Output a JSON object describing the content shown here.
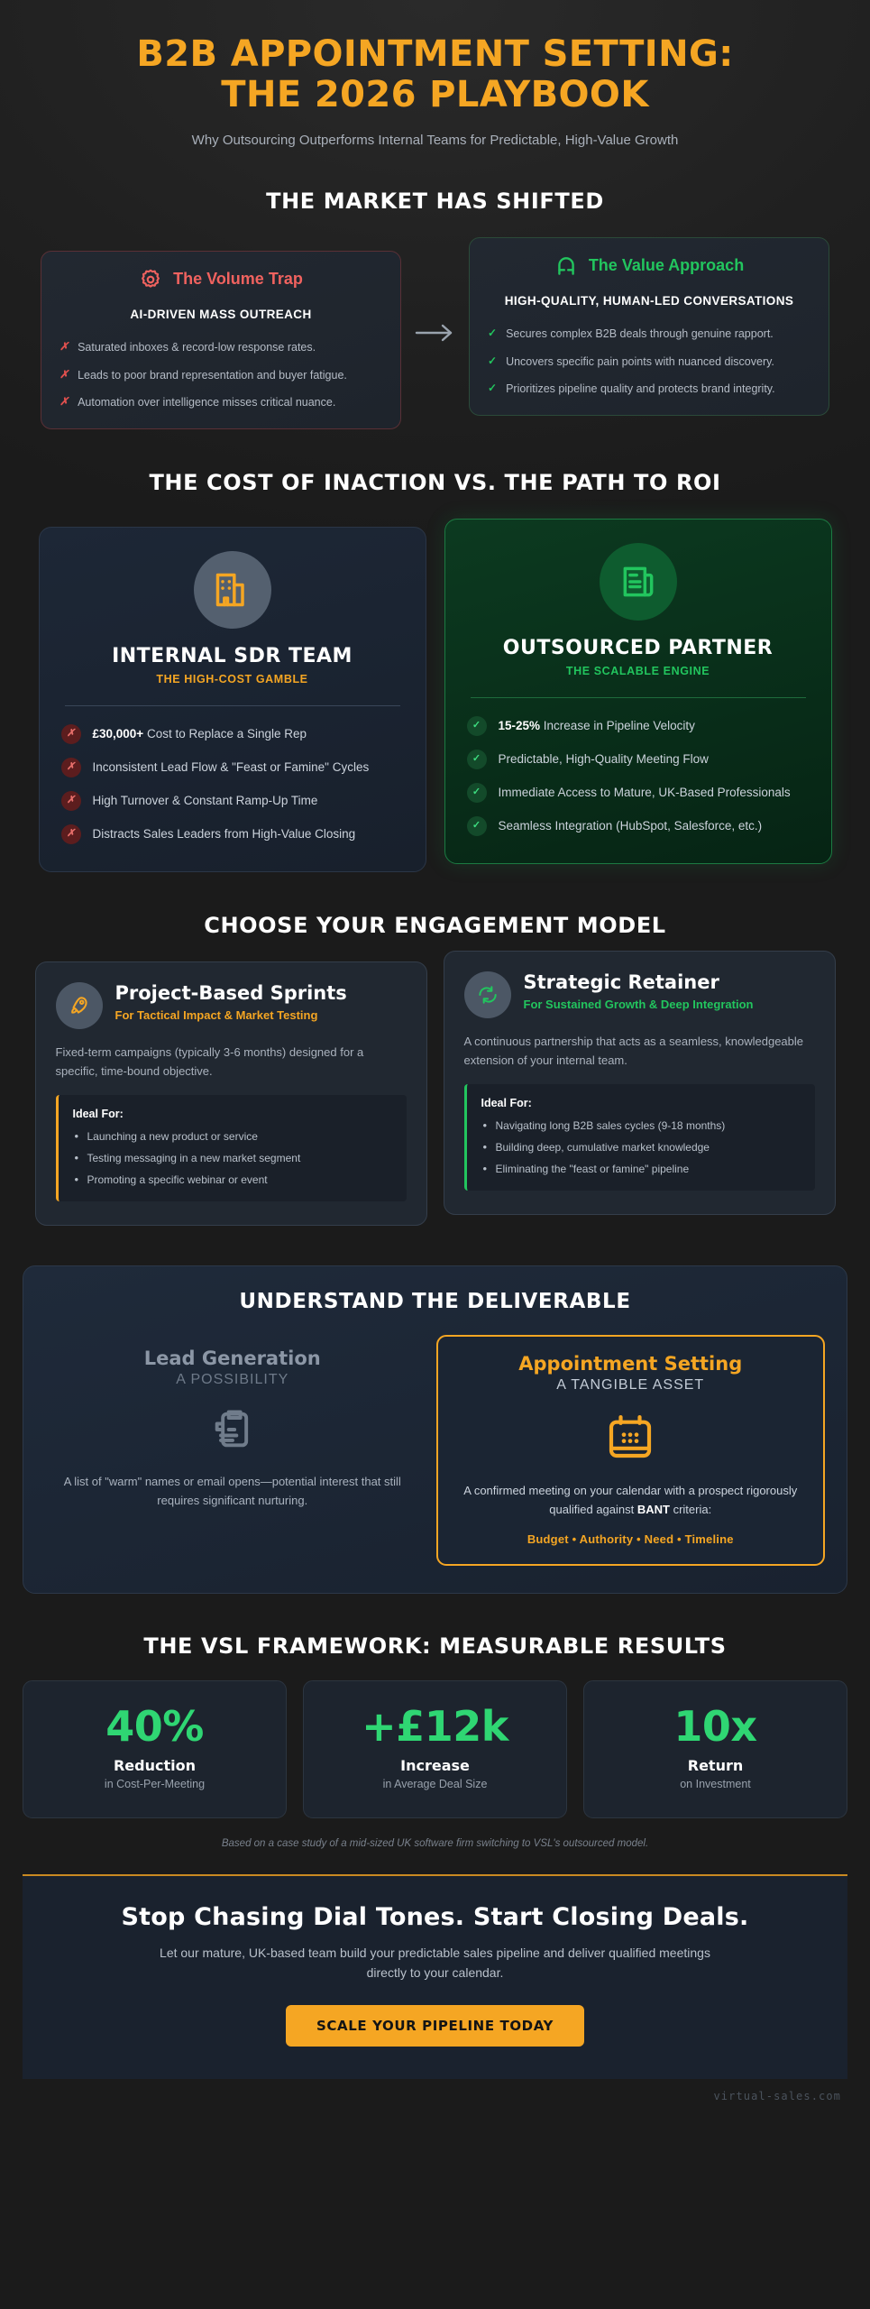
{
  "hero": {
    "title_line1": "B2B APPOINTMENT SETTING:",
    "title_line2": "THE 2026 PLAYBOOK",
    "subtitle": "Why Outsourcing Outperforms Internal Teams for Predictable, High-Value Growth",
    "accent_color": "#F5A623"
  },
  "market": {
    "heading": "THE MARKET HAS SHIFTED",
    "arrow_icon": "arrow-right-icon",
    "left": {
      "icon": "gear-icon",
      "title": "The Volume Trap",
      "subtitle": "AI-DRIVEN MASS OUTREACH",
      "color": "#f0625f",
      "marker": "✗",
      "items": [
        "Saturated inboxes & record-low response rates.",
        "Leads to poor brand representation and buyer fatigue.",
        "Automation over intelligence misses critical nuance."
      ]
    },
    "right": {
      "icon": "magnet-icon",
      "title": "The Value Approach",
      "subtitle": "HIGH-QUALITY, HUMAN-LED CONVERSATIONS",
      "color": "#22c55e",
      "marker": "✓",
      "items": [
        "Secures complex B2B deals through genuine rapport.",
        "Uncovers specific pain points with nuanced discovery.",
        "Prioritizes pipeline quality and protects brand integrity."
      ]
    }
  },
  "roi": {
    "heading": "THE COST OF INACTION VS. THE PATH TO ROI",
    "internal": {
      "icon": "office-building-icon",
      "title": "INTERNAL SDR TEAM",
      "tagline": "THE HIGH-COST GAMBLE",
      "tagline_color": "#F5A623",
      "marker": "✗",
      "items": [
        {
          "strong": "£30,000+",
          "text": " Cost to Replace a Single Rep"
        },
        {
          "strong": "",
          "text": "Inconsistent Lead Flow & \"Feast or Famine\" Cycles"
        },
        {
          "strong": "",
          "text": "High Turnover & Constant Ramp-Up Time"
        },
        {
          "strong": "",
          "text": "Distracts Sales Leaders from High-Value Closing"
        }
      ]
    },
    "outsourced": {
      "icon": "document-report-icon",
      "title": "OUTSOURCED PARTNER",
      "tagline": "THE SCALABLE ENGINE",
      "tagline_color": "#22c55e",
      "marker": "✓",
      "items": [
        {
          "strong": "15-25%",
          "text": " Increase in Pipeline Velocity"
        },
        {
          "strong": "",
          "text": "Predictable, High-Quality Meeting Flow"
        },
        {
          "strong": "",
          "text": "Immediate Access to Mature, UK-Based Professionals"
        },
        {
          "strong": "",
          "text": "Seamless Integration (HubSpot, Salesforce, etc.)"
        }
      ]
    }
  },
  "engagement": {
    "heading": "CHOOSE YOUR ENGAGEMENT MODEL",
    "sprints": {
      "icon": "rocket-icon",
      "title": "Project-Based Sprints",
      "subtitle": "For Tactical Impact & Market Testing",
      "subtitle_color": "#F5A623",
      "description": "Fixed-term campaigns (typically 3-6 months) designed for a specific, time-bound objective.",
      "ideal_label": "Ideal For:",
      "ideal_items": [
        "Launching a new product or service",
        "Testing messaging in a new market segment",
        "Promoting a specific webinar or event"
      ]
    },
    "retainer": {
      "icon": "refresh-cycle-icon",
      "title": "Strategic Retainer",
      "subtitle": "For Sustained Growth & Deep Integration",
      "subtitle_color": "#22c55e",
      "description": "A continuous partnership that acts as a seamless, knowledgeable extension of your internal team.",
      "ideal_label": "Ideal For:",
      "ideal_items": [
        "Navigating long B2B sales cycles (9-18 months)",
        "Building deep, cumulative market knowledge",
        "Eliminating the \"feast or famine\" pipeline"
      ]
    }
  },
  "deliverable": {
    "heading": "UNDERSTAND THE DELIVERABLE",
    "left": {
      "title": "Lead Generation",
      "subtitle": "A POSSIBILITY",
      "icon": "clipboard-list-icon",
      "description": "A list of \"warm\" names or email opens—potential interest that still requires significant nurturing."
    },
    "right": {
      "title": "Appointment Setting",
      "subtitle": "A TANGIBLE ASSET",
      "icon": "calendar-icon",
      "description_pre": "A confirmed meeting on your calendar with a prospect rigorously qualified against ",
      "description_strong": "BANT",
      "description_post": " criteria:",
      "bant": "Budget • Authority • Need • Timeline",
      "border_color": "#F5A623"
    }
  },
  "stats": {
    "heading": "THE VSL FRAMEWORK: MEASURABLE RESULTS",
    "note": "Based on a case study of a mid-sized UK software firm switching to VSL's outsourced model.",
    "items": [
      {
        "value": "40%",
        "label": "Reduction",
        "sublabel": "in Cost-Per-Meeting"
      },
      {
        "value": "+£12k",
        "label": "Increase",
        "sublabel": "in Average Deal Size"
      },
      {
        "value": "10x",
        "label": "Return",
        "sublabel": "on Investment"
      }
    ],
    "value_color": "#2fd673"
  },
  "cta": {
    "headline": "Stop Chasing Dial Tones. Start Closing Deals.",
    "body": "Let our mature, UK-based team build your predictable sales pipeline and deliver qualified meetings directly to your calendar.",
    "button_label": "Scale Your Pipeline Today",
    "button_color": "#F5A623",
    "brand": "virtual-sales.com"
  },
  "chart_data": {
    "type": "bar",
    "title": "THE VSL FRAMEWORK: MEASURABLE RESULTS",
    "categories": [
      "Reduction in Cost-Per-Meeting",
      "Increase in Average Deal Size",
      "Return on Investment"
    ],
    "values": [
      40,
      12,
      10
    ],
    "value_labels": [
      "40%",
      "+£12k",
      "10x"
    ],
    "units": [
      "percent",
      "GBP thousands",
      "multiple"
    ],
    "xlabel": "",
    "ylabel": "",
    "legend": "none"
  }
}
